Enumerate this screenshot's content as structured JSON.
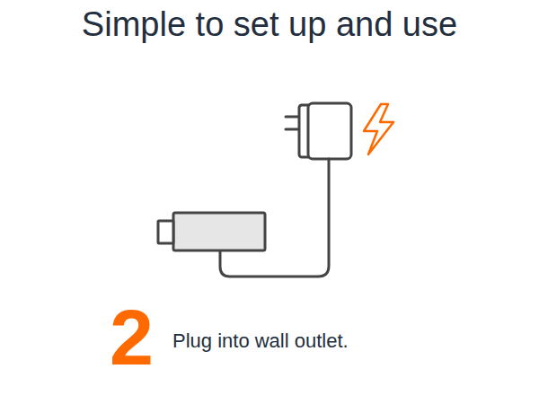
{
  "diagram": {
    "title": "Simple to set up and use",
    "labels": [
      "2",
      "Plug into wall outlet."
    ]
  }
}
